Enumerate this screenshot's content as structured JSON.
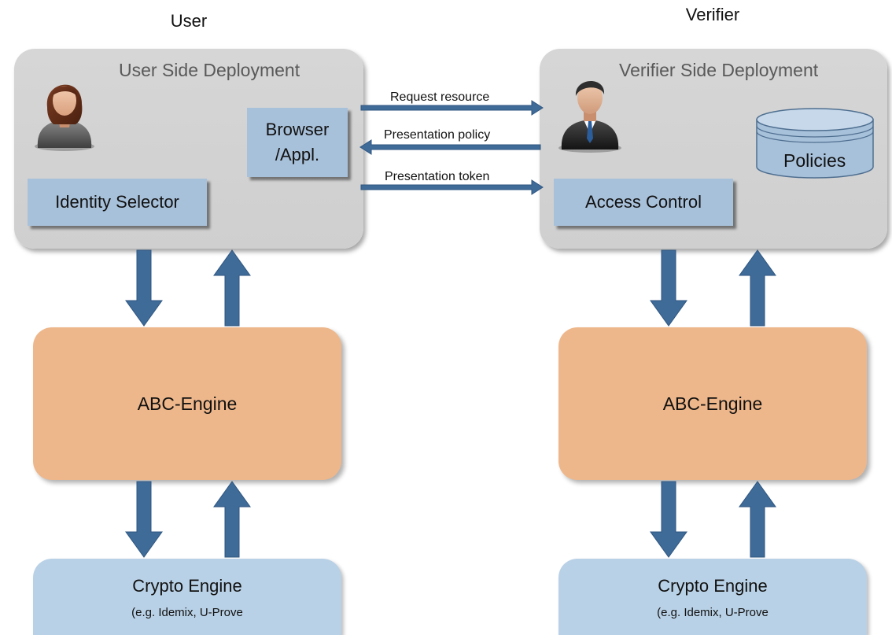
{
  "titles": {
    "user": "User",
    "verifier": "Verifier"
  },
  "user_side": {
    "title": "User Side Deployment",
    "browser": [
      "Browser",
      "/Appl."
    ],
    "identity_selector": "Identity Selector",
    "abc_engine": "ABC-Engine",
    "crypto_engine": "Crypto Engine",
    "crypto_sub": "(e.g. Idemix, U-Prove"
  },
  "verifier_side": {
    "title": "Verifier Side Deployment",
    "policies": "Policies",
    "access_control": "Access Control",
    "abc_engine": "ABC-Engine",
    "crypto_engine": "Crypto Engine",
    "crypto_sub": "(e.g. Idemix, U-Prove"
  },
  "messages": {
    "request": "Request resource",
    "policy": "Presentation policy",
    "token": "Presentation token"
  },
  "colors": {
    "arrow": "#3f6b99",
    "deployment_bg": "#d3d3d3",
    "component_blue": "#a8c1da",
    "engine_orange": "#eeb78b",
    "crypto_blue": "#b9d1e6"
  }
}
